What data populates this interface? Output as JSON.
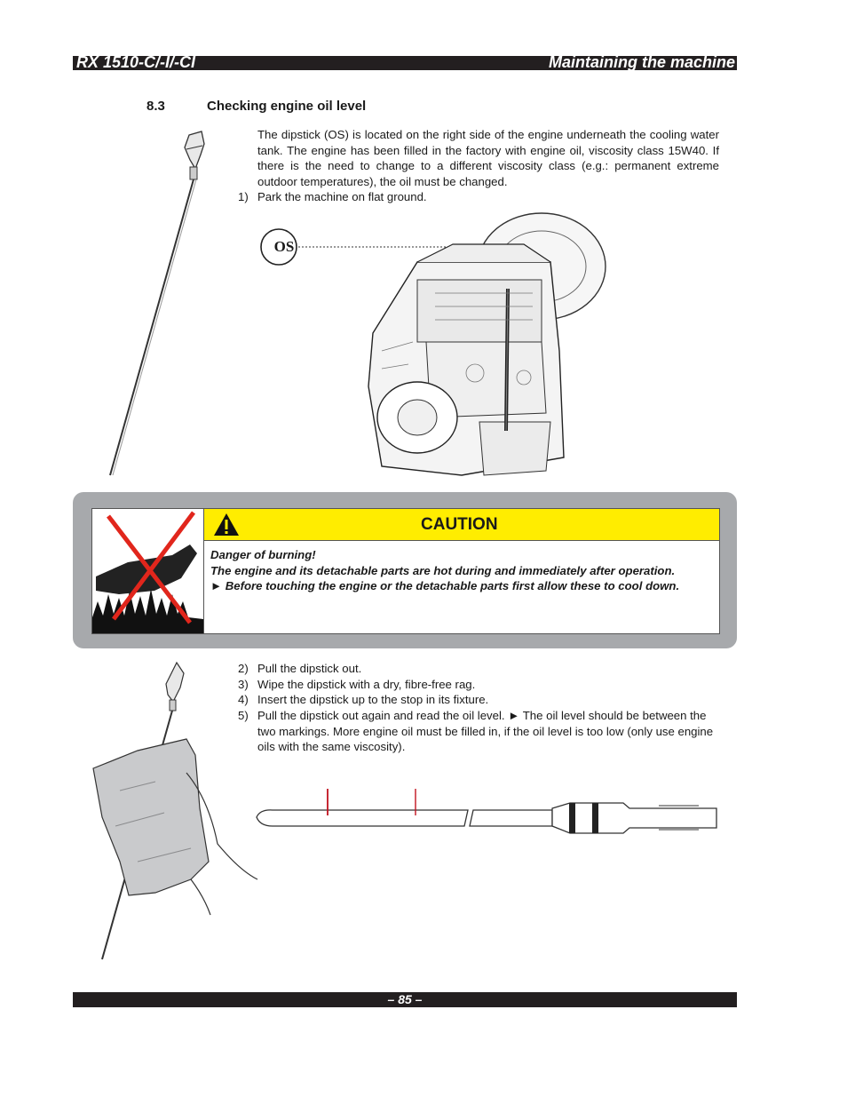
{
  "header": {
    "left": "RX 1510-C/-I/-CI",
    "right": "Maintaining the machine"
  },
  "section": {
    "number": "8.3",
    "title": "Checking engine oil level"
  },
  "intro": "The dipstick (OS) is located on the right side of the engine underneath the cooling water tank. The engine has been filled in the factory with engine oil, viscosity class 15W40. If there is the need to change to a different viscosity class (e.g.: permanent extreme outdoor temperatures), the oil must be changed.",
  "steps_top": [
    {
      "num": "1)",
      "text": "Park the machine on flat ground."
    }
  ],
  "engine_label": "OS",
  "caution": {
    "title": "CAUTION",
    "line1": "Danger of burning!",
    "line2": "The engine and its detachable parts are hot during and immediately after operation.",
    "line3": "► Before touching the engine or the detachable parts first allow these to cool down."
  },
  "steps_bottom": [
    {
      "num": "2)",
      "text": "Pull the dipstick out."
    },
    {
      "num": "3)",
      "text": "Wipe the dipstick with a dry, fibre-free rag."
    },
    {
      "num": "4)",
      "text": "Insert the dipstick up to the stop in its fixture."
    },
    {
      "num": "5)",
      "text": "Pull the dipstick out again and read the oil level. ► The oil level should be between the two markings. More engine oil must be filled in, if the oil level is too low (only use engine oils with the same viscosity)."
    }
  ],
  "footer": {
    "page": "– 85 –"
  },
  "colors": {
    "caution_yellow": "#ffed00",
    "caution_frame": "#a7a9ac",
    "bar": "#231f20",
    "marker_red": "#c1121f"
  }
}
